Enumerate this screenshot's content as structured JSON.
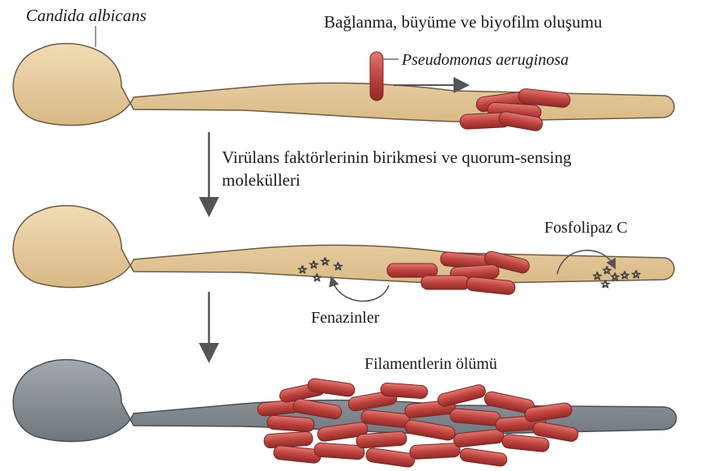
{
  "labels": {
    "organism": "Candida albicans",
    "bacterium": "Pseudomonas aeruginosa",
    "stage1": "Bağlanma, büyüme ve biyofilm oluşumu",
    "stage2_line1": "Virülans faktörlerinin birikmesi ve quorum-sensing",
    "stage2_line2": "molekülleri",
    "phospholipase": "Fosfolipaz C",
    "phenazines": "Fenazinler",
    "stage3": "Filamentlerin ölümü"
  },
  "colors": {
    "live_cell": "#e6c99a",
    "dead_cell": "#8d9399",
    "bacterium": "#c0433f",
    "outline": "#4a4a4a",
    "arrow": "#555555"
  }
}
